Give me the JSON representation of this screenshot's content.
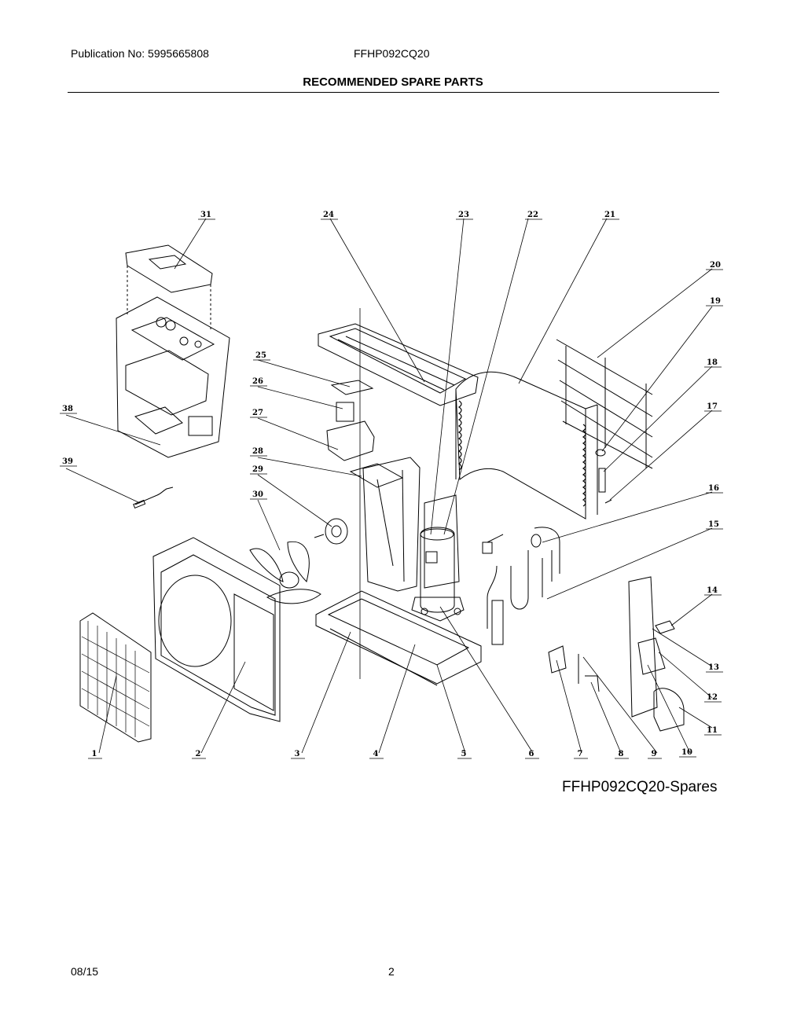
{
  "header": {
    "publication": "Publication No: 5995665808",
    "model": "FFHP092CQ20",
    "title": "RECOMMENDED SPARE PARTS"
  },
  "diagram": {
    "caption": "FFHP092CQ20-Spares",
    "callouts": [
      "1",
      "2",
      "3",
      "4",
      "5",
      "6",
      "7",
      "8",
      "9",
      "10",
      "11",
      "12",
      "13",
      "14",
      "15",
      "16",
      "17",
      "18",
      "19",
      "20",
      "21",
      "22",
      "23",
      "24",
      "25",
      "26",
      "27",
      "28",
      "29",
      "30",
      "31",
      "38",
      "39"
    ]
  },
  "footer": {
    "date": "08/15",
    "page": "2"
  }
}
